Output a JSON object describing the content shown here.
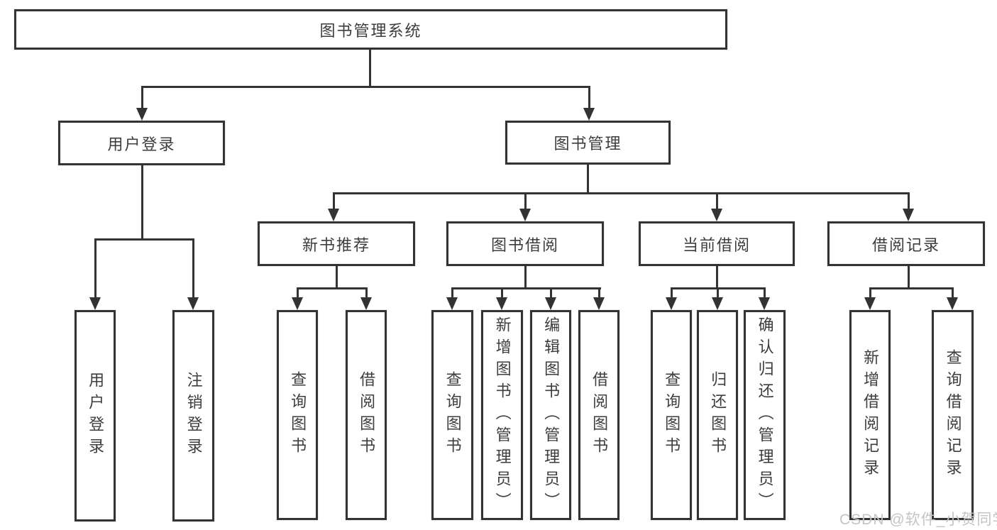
{
  "colors": {
    "line": "#333333",
    "text": "#3d3d3d",
    "watermark": "#c4c4c4",
    "background": "#ffffff"
  },
  "watermark": "CSDN @软件_小贺同学",
  "tree": {
    "label": "图书管理系统",
    "children": [
      {
        "label": "用户登录",
        "children": [
          {
            "label": "用户登录"
          },
          {
            "label": "注销登录"
          }
        ]
      },
      {
        "label": "图书管理",
        "children": [
          {
            "label": "新书推荐",
            "children": [
              {
                "label": "查询图书"
              },
              {
                "label": "借阅图书"
              }
            ]
          },
          {
            "label": "图书借阅",
            "children": [
              {
                "label": "查询图书"
              },
              {
                "label": "新增图书（管理员）"
              },
              {
                "label": "编辑图书（管理员）"
              },
              {
                "label": "借阅图书"
              }
            ]
          },
          {
            "label": "当前借阅",
            "children": [
              {
                "label": "查询图书"
              },
              {
                "label": "归还图书"
              },
              {
                "label": "确认归还（管理员）"
              }
            ]
          },
          {
            "label": "借阅记录",
            "children": [
              {
                "label": "新增借阅记录"
              },
              {
                "label": "查询借阅记录"
              }
            ]
          }
        ]
      }
    ]
  }
}
